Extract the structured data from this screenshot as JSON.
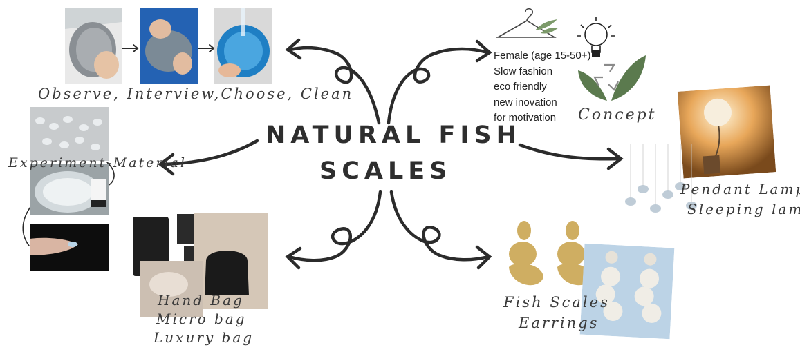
{
  "title": {
    "line1": "NATURAL FISH",
    "line2": "SCALES"
  },
  "labels": {
    "observe": "Observe, Interview,Choose, Clean",
    "experiment": "Experiment-Material",
    "concept": "Concept",
    "lamp_line1": "Pendant Lamp/",
    "lamp_line2": "Sleeping lamp",
    "bag_line1": "Hand Bag",
    "bag_line2": "Micro bag",
    "bag_line3": "Luxury bag",
    "earrings_line1": "Fish Scales",
    "earrings_line2": "Earrings"
  },
  "concept_items": [
    "Female (age 15-50+)",
    "Slow fashion",
    "eco friendly",
    "new inovation",
    "for motivation"
  ],
  "icons": [
    "hanger-icon",
    "lightbulb-icon",
    "recycle-leaf-icon",
    "arrow-icon"
  ],
  "colors": {
    "text": "#2e2e2e",
    "arrow": "#2b2b2b",
    "leaf": "#5b7a4e",
    "gold": "#c9a75a",
    "blue_bowl": "#1f7fc4"
  }
}
